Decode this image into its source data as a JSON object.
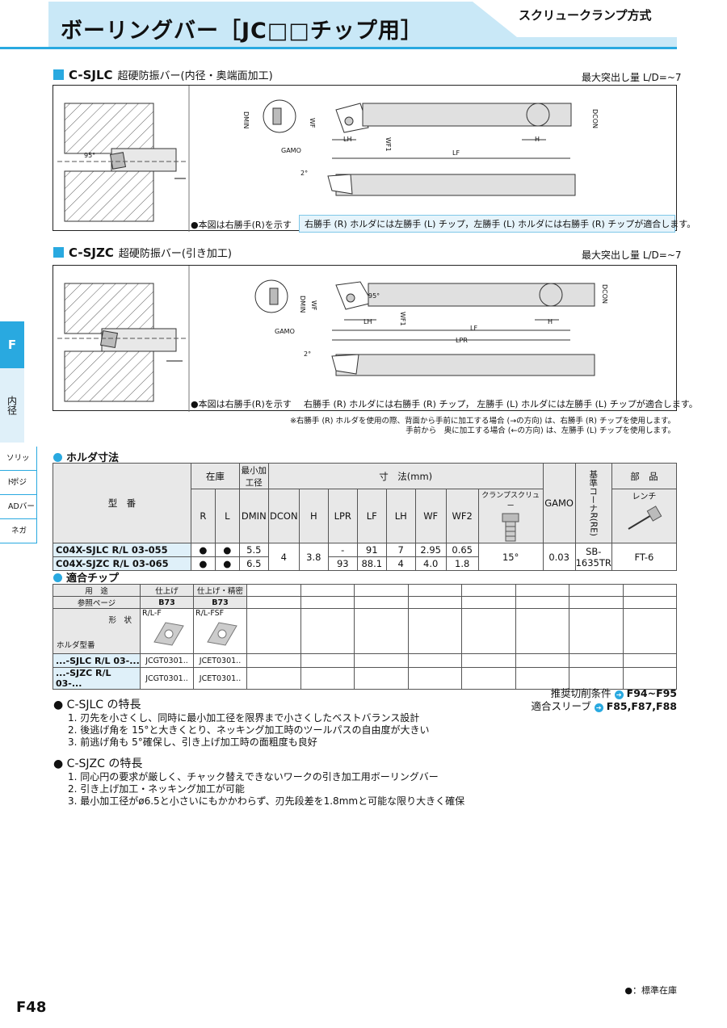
{
  "header": {
    "title": "ボーリングバー［JC□□チップ用］",
    "subtitle": "スクリュークランプ方式"
  },
  "sjlc": {
    "code": "C-SJLC",
    "desc": "超硬防振バー(内径・奥端面加工)",
    "max_label": "最大突出し量 L/D=~7",
    "note": "●本図は右勝手(R)を示す",
    "blue_note": "右勝手 (R) ホルダには左勝手 (L) チップ，左勝手 (L) ホルダには右勝手 (R) チップが適合します。",
    "dims": {
      "dmin": "DMIN",
      "wf": "WF",
      "gamo": "GAMO",
      "lh": "LH",
      "wf1": "WF1",
      "lf": "LF",
      "h": "H",
      "dcon": "DCON",
      "a95": "95°",
      "a2": "2°"
    }
  },
  "sjzc": {
    "code": "C-SJZC",
    "desc": "超硬防振バー(引き加工)",
    "max_label": "最大突出し量 L/D=~7",
    "note": "●本図は右勝手(R)を示す",
    "blue_note": "右勝手 (R) ホルダには右勝手 (R) チップ， 左勝手 (L) ホルダには左勝手 (L) チップが適合します。",
    "dims": {
      "dmin": "DMIN",
      "wf": "WF",
      "gamo": "GAMO",
      "lh": "LH",
      "wf1": "WF1",
      "lf": "LF",
      "lpr": "LPR",
      "h": "H",
      "dcon": "DCON",
      "a95": "95°",
      "a2": "2°"
    },
    "footnote1": "※右勝手 (R) ホルダを使用の際、背面から手前に加工する場合 (→の方向) は、右勝手 (R) チップを使用します。",
    "footnote2": "手前から　奥に加工する場合 (←の方向) は、左勝手 (L) チップを使用します。"
  },
  "sidebar": {
    "tab_letter": "F",
    "tab_label": "内径",
    "items": [
      "ソリッド",
      "ポジ",
      "ADバー",
      "ネガ"
    ]
  },
  "holder_table": {
    "heading": "ホルダ寸法",
    "h_model": "型　番",
    "h_stock": "在庫",
    "h_min": "最小加工径",
    "h_dims": "寸　法(mm)",
    "h_gamo": "GAMO",
    "h_corner": "基準コーナR(RE)",
    "h_parts": "部　品",
    "h_screw": "クランプスクリュー",
    "h_wrench": "レンチ",
    "cols": [
      "R",
      "L",
      "DMIN",
      "DCON",
      "H",
      "LPR",
      "LF",
      "LH",
      "WF",
      "WF2"
    ],
    "rows": [
      {
        "model": "C04X-SJLC R/L 03-055",
        "r": "●",
        "l": "●",
        "dmin": "5.5",
        "lpr": "-",
        "lf": "91",
        "lh": "7",
        "wf": "2.95",
        "wf2": "0.65"
      },
      {
        "model": "C04X-SJZC R/L 03-065",
        "r": "●",
        "l": "●",
        "dmin": "6.5",
        "lpr": "93",
        "lf": "88.1",
        "lh": "4",
        "wf": "4.0",
        "wf2": "1.8"
      }
    ],
    "shared": {
      "dcon": "4",
      "h": "3.8",
      "gamo": "15°",
      "re": "0.03",
      "screw": "SB-1635TR",
      "wrench": "FT-6"
    }
  },
  "chip_table": {
    "heading": "適合チップ",
    "h_use": "用　途",
    "h_page": "参照ページ",
    "h_shape": "形　状",
    "h_holder": "ホルダ型番",
    "col1": {
      "use": "仕上げ",
      "page": "B73",
      "shape": "R/L-F"
    },
    "col2": {
      "use": "仕上げ・精密",
      "page": "B73",
      "shape": "R/L-FSF"
    },
    "rows": [
      {
        "model": "...-SJLC R/L 03-...",
        "c1": "JCGT0301..",
        "c2": "JCET0301.."
      },
      {
        "model": "...-SJZC R/L 03-...",
        "c1": "JCGT0301..",
        "c2": "JCET0301.."
      }
    ]
  },
  "refs": {
    "cond_label": "推奨切削条件",
    "cond_pages": "F94~F95",
    "sleeve_label": "適合スリーブ",
    "sleeve_pages": "F85,F87,F88"
  },
  "features": [
    {
      "title": "● C-SJLC の特長",
      "items": [
        "1. 刃先を小さくし、同時に最小加工径を限界まで小さくしたベストバランス設計",
        "2. 後逃げ角を 15°と大きくとり、ネッキング加工時のツールパスの自由度が大きい",
        "3. 前逃げ角も 5°確保し、引き上げ加工時の面粗度も良好"
      ]
    },
    {
      "title": "● C-SJZC の特長",
      "items": [
        "1. 同心円の要求が厳しく、チャック替えできないワークの引き加工用ボーリングバー",
        "2. 引き上げ加工・ネッキング加工が可能",
        "3. 最小加工径がø6.5と小さいにもかかわらず、刃先段差を1.8mmと可能な限り大きく確保"
      ]
    }
  ],
  "footer": {
    "legend": "●：標準在庫",
    "page": "F48"
  },
  "colors": {
    "accent": "#29a9e0",
    "header_bg": "#c9e8f7",
    "table_hd": "#e8e8e8",
    "model_bg": "#dff0f9"
  }
}
